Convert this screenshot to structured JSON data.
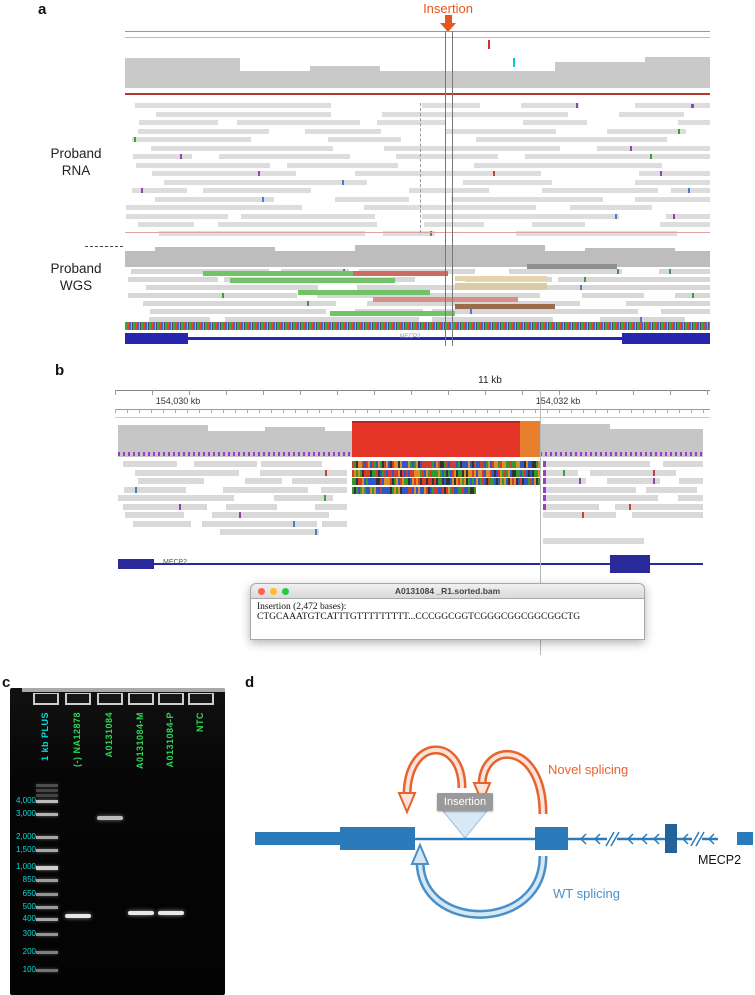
{
  "colors": {
    "accent_orange": "#E8561E",
    "novel_splicing_orange": "#E8622D",
    "wt_splicing_blue": "#4A90C8",
    "gene_diagram_blue": "#2B7BBA",
    "igv_gene_blue": "#2525AE",
    "coverage_red": "#E53528",
    "gel_label_green": "#2ED657",
    "gel_label_cyan": "#00DEDE",
    "popup_close_red": "#FF5F57",
    "popup_minimize_yellow": "#FEBC2E",
    "popup_zoom_green": "#28C840"
  },
  "panel_a": {
    "label": "a",
    "insertion_label": "Insertion",
    "track_labels": [
      "Proband RNA",
      "Proband WGS"
    ],
    "gene_label": "MECP2"
  },
  "panel_b": {
    "label": "b",
    "scale_label": "11 kb",
    "coordinate_left": "154,030 kb",
    "coordinate_right": "154,032 kb",
    "gene_label": "MECP2",
    "popup": {
      "title": "A0131084 _R1.sorted.bam",
      "body": "Insertion (2,472 bases): CTGCAAATGTCATTTGTTTTTTTTT...CCCGGCGGTCGGGCGGCGGCGGCTG"
    }
  },
  "panel_c": {
    "label": "c",
    "lane_labels": [
      "1 kb PLUS",
      "(-) NA12878",
      "A0131084",
      "A0131084-M",
      "A0131084-P",
      "NTC"
    ],
    "ladder_labels": [
      "4,000",
      "3,000",
      "2,000",
      "1,500",
      "1,000",
      "850",
      "650",
      "500",
      "400",
      "300",
      "200",
      "100"
    ]
  },
  "panel_d": {
    "label": "d",
    "insertion_label": "Insertion",
    "novel_splicing_label": "Novel splicing",
    "wt_splicing_label": "WT splicing",
    "gene_label": "MECP2"
  }
}
